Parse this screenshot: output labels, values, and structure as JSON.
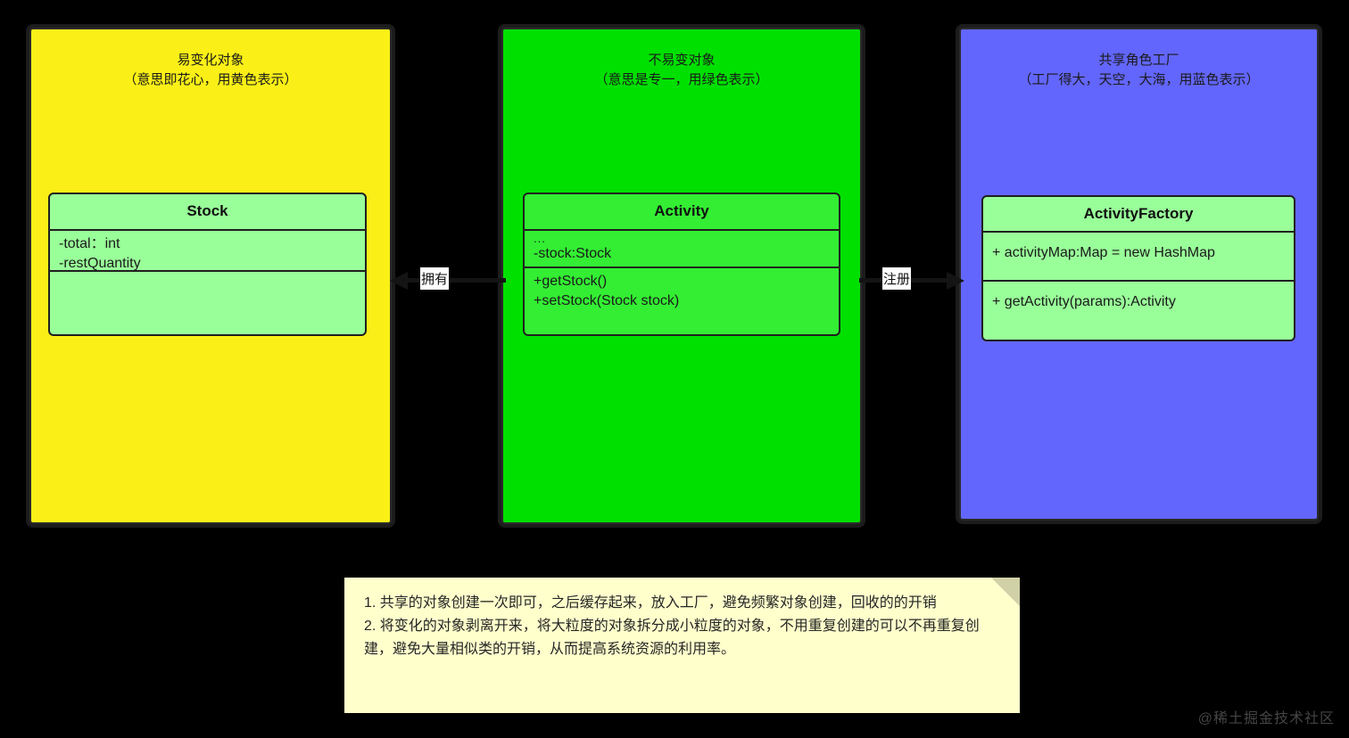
{
  "diagram": {
    "background_color": "#000000",
    "groups": [
      {
        "id": "volatile",
        "title": "易变化对象",
        "subtitle": "（意思即花心，用黄色表示）",
        "color": "#FAF017"
      },
      {
        "id": "stable",
        "title": "不易变对象",
        "subtitle": "（意思是专一，用绿色表示）",
        "color": "#00E000"
      },
      {
        "id": "factory",
        "title": "共享角色工厂",
        "subtitle": "（工厂得大，天空，大海，用蓝色表示）",
        "color": "#6366FC"
      }
    ],
    "classes": [
      {
        "id": "stock",
        "name": "Stock",
        "attributes": [
          "-total：int",
          "-restQuantity"
        ],
        "operations": [],
        "fill": "#99FF99"
      },
      {
        "id": "activity",
        "name": "Activity",
        "attributes": [
          "...",
          "-stock:Stock"
        ],
        "operations": [
          "+getStock()",
          "+setStock(Stock stock)"
        ],
        "fill": "#33EE33"
      },
      {
        "id": "activityfactory",
        "name": "ActivityFactory",
        "attributes": [
          "+ activityMap:Map = new HashMap"
        ],
        "operations": [
          "+ getActivity(params):Activity"
        ],
        "fill": "#99FF99"
      }
    ],
    "connectors": [
      {
        "id": "owns",
        "label": "拥有",
        "from": "stock",
        "to": "activity",
        "head": "left"
      },
      {
        "id": "register",
        "label": "注册",
        "from": "activity",
        "to": "activityfactory",
        "head": "right"
      }
    ],
    "note": {
      "background_color": "#FFFFCC",
      "lines": [
        "1. 共享的对象创建一次即可，之后缓存起来，放入工厂，避免频繁对象创建，回收的的开销",
        "2. 将变化的对象剥离开来，将大粒度的对象拆分成小粒度的对象，不用重复创建的可以不再重复创建，避免大量相似类的开销，从而提高系统资源的利用率。"
      ]
    },
    "watermark": "@稀土掘金技术社区"
  }
}
